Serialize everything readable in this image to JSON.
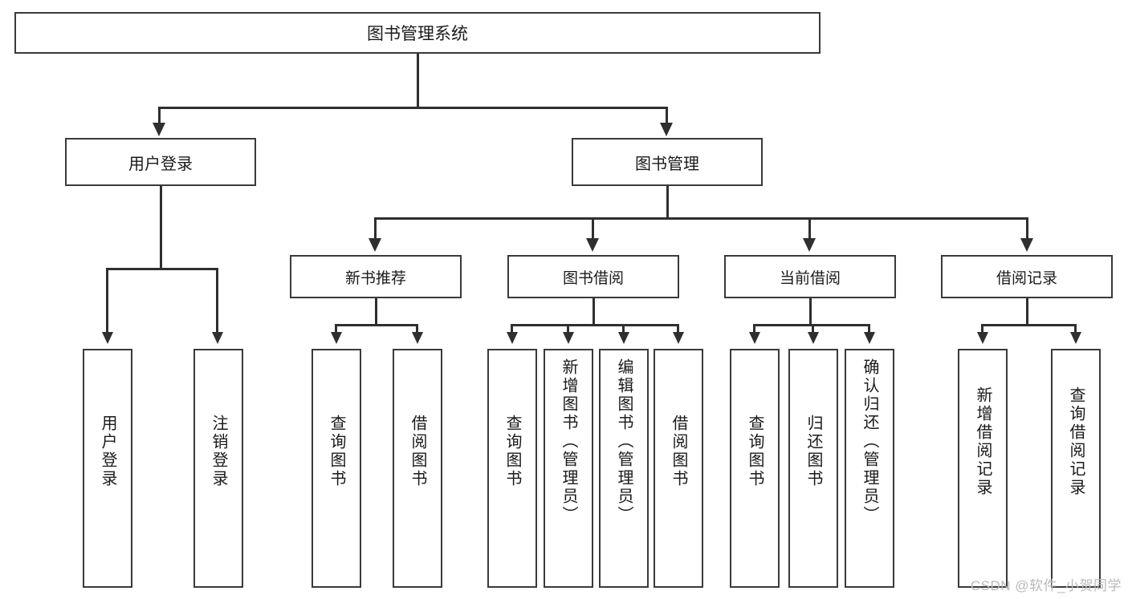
{
  "diagram": {
    "title": "图书管理系统",
    "type": "tree-hierarchy",
    "root": {
      "label": "图书管理系统"
    },
    "tier1": [
      {
        "label": "用户登录"
      },
      {
        "label": "图书管理"
      }
    ],
    "tier2": [
      {
        "label": "新书推荐"
      },
      {
        "label": "图书借阅"
      },
      {
        "label": "当前借阅"
      },
      {
        "label": "借阅记录"
      }
    ],
    "leaves": {
      "user_login": [
        {
          "label": "用户登录"
        },
        {
          "label": "注销登录"
        }
      ],
      "new_book_recommend": [
        {
          "label": "查询图书"
        },
        {
          "label": "借阅图书"
        }
      ],
      "book_borrow": [
        {
          "label": "查询图书"
        },
        {
          "label": "新增图书（管理员）"
        },
        {
          "label": "编辑图书（管理员）"
        },
        {
          "label": "借阅图书"
        }
      ],
      "current_borrow": [
        {
          "label": "查询图书"
        },
        {
          "label": "归还图书"
        },
        {
          "label": "确认归还（管理员）"
        }
      ],
      "borrow_record": [
        {
          "label": "新增借阅记录"
        },
        {
          "label": "查询借阅记录"
        }
      ]
    }
  },
  "watermark": {
    "text": "CSDN @软件_小贺同学"
  },
  "colors": {
    "border": "#3a3a3a",
    "connector": "#2f2f2f",
    "background": "#ffffff",
    "text": "#1a1a1a",
    "watermark": "#b9b9b9"
  }
}
